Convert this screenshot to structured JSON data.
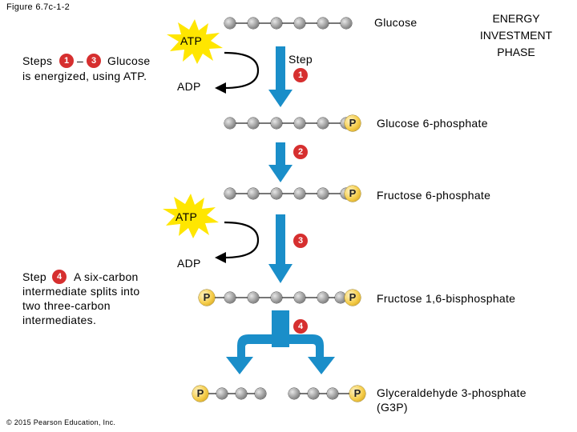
{
  "figure_label": "Figure 6.7c-1-2",
  "phase_title": [
    "ENERGY",
    "INVESTMENT",
    "PHASE"
  ],
  "molecules": {
    "glucose": "Glucose",
    "g6p": "Glucose 6-phosphate",
    "f6p": "Fructose 6-phosphate",
    "f16bp": "Fructose 1,6-bisphosphate",
    "g3p_line1": "Glyceraldehyde 3-phosphate",
    "g3p_line2": "(G3P)"
  },
  "phosphate_label": "P",
  "atp_label": "ATP",
  "adp_label": "ADP",
  "step_word": "Step",
  "step_numbers": [
    "1",
    "2",
    "3",
    "4"
  ],
  "steps_1_3_text": {
    "prefix": "Steps",
    "dash": "–",
    "line1_suffix": "Glucose",
    "line2": "is energized, using ATP."
  },
  "step_4_text": {
    "prefix": "Step",
    "line1_suffix": "A six-carbon",
    "line2": "intermediate splits into",
    "line3": "two three-carbon",
    "line4": "intermediates."
  },
  "copyright": "© 2015 Pearson Education, Inc.",
  "colors": {
    "arrow_blue": "#1a8ec9",
    "badge_red": "#d62f2f",
    "atp_star": "#ffe600",
    "phosphate_gold": "#f5cc48"
  }
}
